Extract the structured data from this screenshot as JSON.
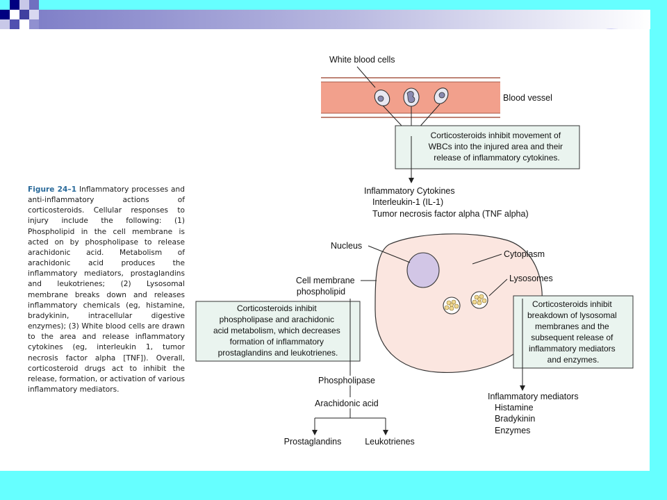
{
  "slide": {
    "colors": {
      "frame": "#66ffff",
      "header_dark": "#000080",
      "header_mid": "#6a6ac0",
      "header_light": "#c8c8e8",
      "vessel_fill": "#f2a08c",
      "vessel_border": "#a85a48",
      "cell_fill": "#fbe6e0",
      "nucleus_fill": "#d2c6e6",
      "note_fill": "#eaf4ef",
      "caption_label": "#2a6a9a"
    }
  },
  "caption": {
    "label": "Figure 24–1",
    "text": " Inflammatory processes and anti-inflammatory actions of corticosteroids. Cellular responses to injury include the following: (1) Phospholipid in the cell membrane is acted on by phospholipase to release arachidonic acid. Metabolism of arachidonic acid produces the inflammatory mediators, prostaglandins and leukotrienes; (2) Lysosomal membrane breaks down and releases inflammatory chemicals (eg, histamine, bradykinin, intracellular digestive enzymes); (3) White blood cells are drawn to the area and release inflammatory cytokines (eg, interleukin 1, tumor necrosis factor alpha [TNF]). Overall, corticosteroid drugs act to inhibit the release, formation, or activation of various inflammatory mediators."
  },
  "diagram": {
    "white_blood_cells": "White blood cells",
    "blood_vessel": "Blood vessel",
    "note_wbc": [
      "Corticosteroids inhibit movement of",
      "WBCs into the injured area and their",
      "release of inflammatory cytokines."
    ],
    "cytokines": {
      "title": "Inflammatory Cytokines",
      "items": [
        "Interleukin-1 (IL-1)",
        "Tumor necrosis factor alpha (TNF alpha)"
      ]
    },
    "nucleus": "Nucleus",
    "cytoplasm": "Cytoplasm",
    "lysosomes": "Lysosomes",
    "cell_membrane": [
      "Cell membrane",
      "phospholipid"
    ],
    "note_phospholipase": [
      "Corticosteroids inhibit",
      "phospholipase and arachidonic",
      "acid metabolism, which decreases",
      "formation of inflammatory",
      "prostaglandins and leukotrienes."
    ],
    "note_lysosomal": [
      "Corticosteroids inhibit",
      "breakdown of lysosomal",
      "membranes and the",
      "subsequent release of",
      "inflammatory mediators",
      "and enzymes."
    ],
    "phospholipase": "Phospholipase",
    "arachidonic_acid": "Arachidonic acid",
    "prostaglandins": "Prostaglandins",
    "leukotrienes": "Leukotrienes",
    "mediators": {
      "title": "Inflammatory mediators",
      "items": [
        "Histamine",
        "Bradykinin",
        "Enzymes"
      ]
    }
  }
}
